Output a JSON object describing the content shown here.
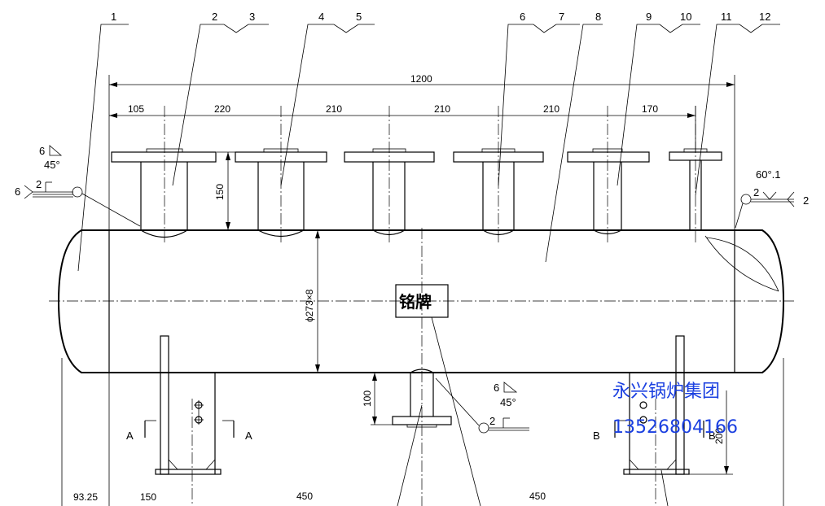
{
  "part_numbers": [
    "1",
    "2",
    "3",
    "4",
    "5",
    "6",
    "7",
    "8",
    "9",
    "10",
    "11",
    "12"
  ],
  "dimensions": {
    "overall": "1200",
    "spacings": [
      "105",
      "220",
      "210",
      "210",
      "210",
      "170"
    ],
    "nozzle_height": "150",
    "diameter": "ϕ273×8",
    "bottom_outlet": "100",
    "bottom_spacings": [
      "93.25",
      "150",
      "450",
      "450"
    ],
    "support_height": "200"
  },
  "weld_left": {
    "leg": "6",
    "angle": "45°",
    "size": "2",
    "side": "6"
  },
  "weld_right": {
    "angle": "60°.1",
    "size": "2",
    "side": "2"
  },
  "weld_bottom": {
    "leg": "6",
    "angle": "45°",
    "size": "2"
  },
  "section_marks": {
    "a": "A",
    "b": "B"
  },
  "nameplate": "铭牌",
  "watermark": {
    "company": "永兴锅炉集团",
    "phone": "13526804166",
    "color": "#1a3fe0"
  }
}
